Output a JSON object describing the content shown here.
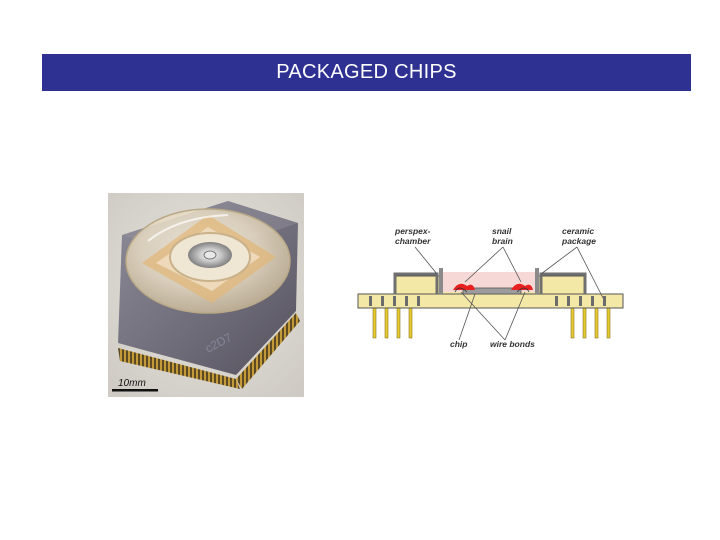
{
  "slide": {
    "title": "PACKAGED CHIPS"
  },
  "photo": {
    "scale_label": "10mm",
    "chip_marking": "c2D7"
  },
  "diagram": {
    "labels": {
      "perspex_chamber_line1": "perspex-",
      "perspex_chamber_line2": "chamber",
      "snail_brain_line1": "snail",
      "snail_brain_line2": "brain",
      "ceramic_package_line1": "ceramic",
      "ceramic_package_line2": "package",
      "chip": "chip",
      "wire_bonds": "wire bonds"
    },
    "colors": {
      "ceramic": "#f3e8a6",
      "brain": "#e8201f",
      "solution": "#f6d9d6",
      "pins": "#e4c930"
    }
  }
}
